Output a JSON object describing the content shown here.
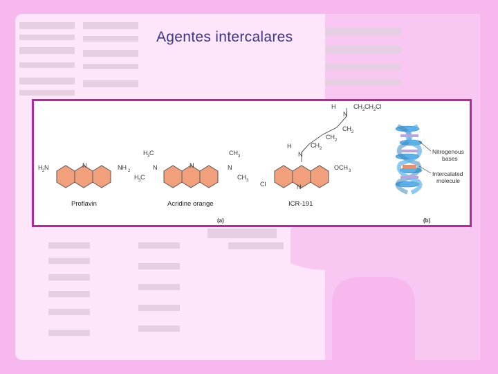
{
  "slide": {
    "title": "Agentes intercalares",
    "background_color": "#f7b8ee",
    "frame_color": "#b5279a",
    "title_color": "#3b3689"
  },
  "figure": {
    "panel_a_label": "(a)",
    "panel_b_label": "(b)",
    "molecules": [
      {
        "name": "Proflavin",
        "ring_color": "#f2a07b"
      },
      {
        "name": "Acridine orange",
        "ring_color": "#f2a07b"
      },
      {
        "name": "ICR-191",
        "ring_color": "#f2a07b"
      }
    ],
    "helix_labels": {
      "bases": "Nitrogenous\nbases",
      "intercalated": "Intercalated\nmolecule"
    },
    "helix_color": "#5bb2e8",
    "intercalated_color": "#e8906a"
  }
}
